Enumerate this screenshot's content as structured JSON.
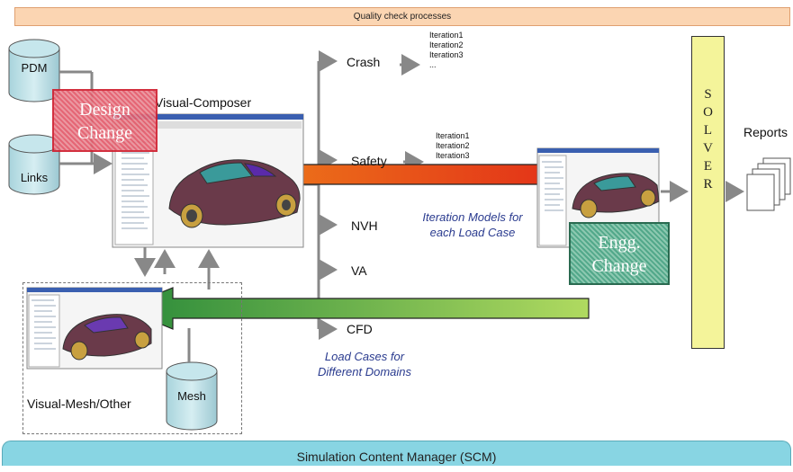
{
  "header": {
    "title": "Quality check processes"
  },
  "footer": {
    "title": "Simulation Content Manager (SCM)"
  },
  "databases": {
    "pdm": "PDM",
    "links": "Links",
    "mesh": "Mesh"
  },
  "change_boxes": {
    "design_line1": "Design",
    "design_line2": "Change",
    "engg_line1": "Engg.",
    "engg_line2": "Change"
  },
  "tools": {
    "composer": "Visual-Composer",
    "mesh_tool": "Visual-Mesh/Other"
  },
  "load_cases": {
    "crash": "Crash",
    "safety": "Safety",
    "nvh": "NVH",
    "va": "VA",
    "cfd": "CFD"
  },
  "iterations": {
    "crash": "Iteration1\nIteration2\nIteration3\n...",
    "safety": "Iteration1\nIteration2\nIteration3"
  },
  "notes": {
    "iteration_models_line1": "Iteration Models for",
    "iteration_models_line2": "each Load Case",
    "load_cases_line1": "Load Cases for",
    "load_cases_line2": "Different Domains"
  },
  "solver": {
    "letters": [
      "S",
      "O",
      "L",
      "V",
      "E",
      "R"
    ]
  },
  "reports": {
    "label": "Reports"
  },
  "colors": {
    "red_arrow": "#e52a1a",
    "orange_arrow": "#f08a1a",
    "green_arrow_dark": "#2a8a3a",
    "green_arrow_light": "#a8d65a",
    "solver_fill": "#f4f49a",
    "scm_fill": "#88d5e3",
    "header_fill": "#fbd5b2"
  },
  "icons": [
    "database-icon",
    "car-model-icon",
    "report-stack-icon",
    "arrow-icon"
  ]
}
